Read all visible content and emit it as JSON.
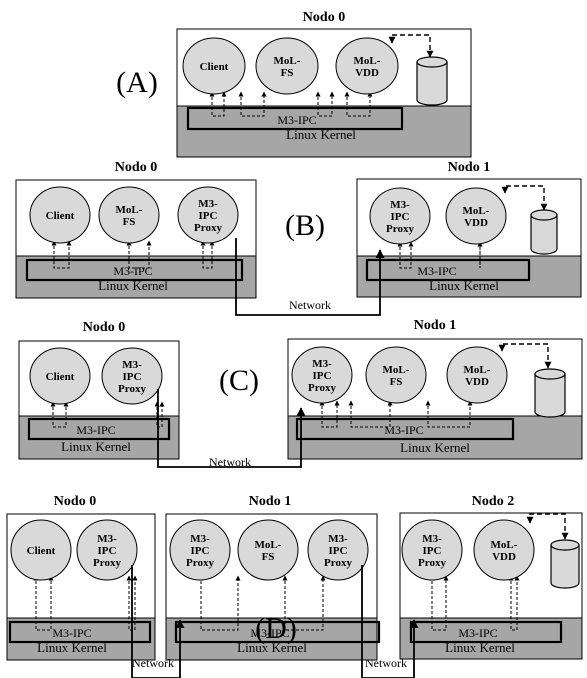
{
  "colors": {
    "node_bg": "#ffffff",
    "kernel_bg": "#a6a6a6",
    "process_fill": "#d9d9d9",
    "disk_fill": "#d9d9d9",
    "stroke": "#000000"
  },
  "icons": {
    "disk": "cylinder-disk-icon",
    "process": "ellipse-process"
  },
  "common": {
    "kernel_label": "Linux Kernel",
    "ipc_label": "M3-IPC",
    "network_label": "Network"
  },
  "scenarios": [
    {
      "label": "(A)",
      "nodes": [
        {
          "title": "Nodo 0",
          "processes": [
            "Client",
            "MoL-\nFS",
            "MoL-\nVDD"
          ],
          "has_disk": true
        }
      ],
      "networks": []
    },
    {
      "label": "(B)",
      "nodes": [
        {
          "title": "Nodo 0",
          "processes": [
            "Client",
            "MoL-\nFS",
            "M3-\nIPC\nProxy"
          ],
          "has_disk": false
        },
        {
          "title": "Nodo 1",
          "processes": [
            "M3-\nIPC\nProxy",
            "MoL-\nVDD"
          ],
          "has_disk": true
        }
      ],
      "networks": [
        {
          "label": "Network"
        }
      ]
    },
    {
      "label": "(C)",
      "nodes": [
        {
          "title": "Nodo 0",
          "processes": [
            "Client",
            "M3-\nIPC\nProxy"
          ],
          "has_disk": false
        },
        {
          "title": "Nodo 1",
          "processes": [
            "M3-\nIPC\nProxy",
            "MoL-\nFS",
            "MoL-\nVDD"
          ],
          "has_disk": true
        }
      ],
      "networks": [
        {
          "label": "Network"
        }
      ]
    },
    {
      "label": "(D)",
      "nodes": [
        {
          "title": "Nodo 0",
          "processes": [
            "Client",
            "M3-\nIPC\nProxy"
          ],
          "has_disk": false
        },
        {
          "title": "Nodo 1",
          "processes": [
            "M3-\nIPC\nProxy",
            "MoL-\nFS",
            "M3-\nIPC\nProxy"
          ],
          "has_disk": false
        },
        {
          "title": "Nodo 2",
          "processes": [
            "M3-\nIPC\nProxy",
            "MoL-\nVDD"
          ],
          "has_disk": true
        }
      ],
      "networks": [
        {
          "label": "Network"
        },
        {
          "label": "Network"
        }
      ]
    }
  ]
}
